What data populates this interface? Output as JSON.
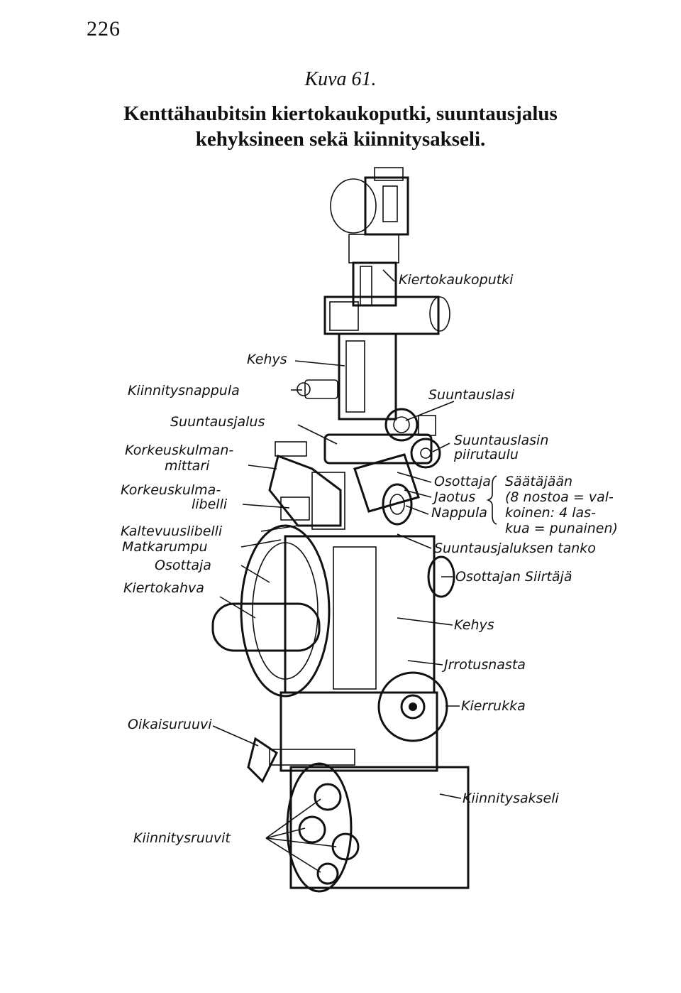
{
  "page_number": "226",
  "caption": {
    "figure": "Kuva 61.",
    "title_lines": [
      "Kenttähaubitsin kiertokaukoputki, suuntausjalus",
      "kehyksineen sekä kiinnitysakseli."
    ]
  },
  "labels": {
    "kiertokaukoputki": "Kiertokaukoputki",
    "kehys_top": "Kehys",
    "kiinnitysnappula": "Kiinnitysnappula",
    "suuntauslasi": "Suuntauslasi",
    "suuntausjalus": "Suuntausjalus",
    "suuntauslasin_1": "Suuntauslasin",
    "suuntauslasin_2": "piirutaulu",
    "korkeuskulmanmittari_1": "Korkeuskulman-",
    "korkeuskulmanmittari_2": "mittari",
    "osottaja": "Osottaja",
    "jaotus": "Jaotus",
    "nappula": "Nappula",
    "saatajaan_1": "Säätäjään",
    "saatajaan_2": "(8 nostoa = val-",
    "saatajaan_3": "koinen: 4 las-",
    "saatajaan_4": "kua = punainen)",
    "korkeuskulmalibelli_1": "Korkeuskulma-",
    "korkeuskulmalibelli_2": "libelli",
    "kaltevuuslibelli": "Kaltevuuslibelli",
    "matkarumpu": "Matkarumpu",
    "suuntausjaluksentanko": "Suuntausjaluksen tanko",
    "osottaja_left": "Osottaja",
    "osottajan_siirtaja": "Osottajan Siirtäjä",
    "kiertokahva": "Kiertokahva",
    "kehys_right": "Kehys",
    "irrotusnasta": "Jrrotusnasta",
    "kierrukka": "Kierrukka",
    "oikaisuruuvi": "Oikaisuruuvi",
    "kiinnitysakseli": "Kiinnitysakseli",
    "kiinnitysruuvit": "Kiinnitysruuvit"
  }
}
